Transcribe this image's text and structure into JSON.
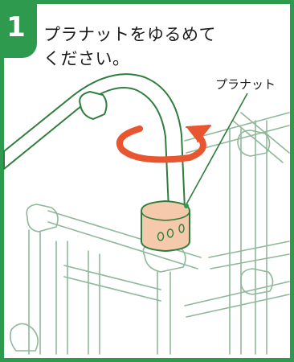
{
  "step": {
    "number": "1",
    "instruction_line1": "プラナットをゆるめて",
    "instruction_line2": "ください。"
  },
  "callout": {
    "label": "プラナット"
  },
  "colors": {
    "frame": "#2e9a4e",
    "pipe_outline": "#2f7d3c",
    "nut_fill": "#f5c9ab",
    "arrow": "#e8552e"
  },
  "icons": {
    "rotation": "rotate-arrow-icon"
  }
}
